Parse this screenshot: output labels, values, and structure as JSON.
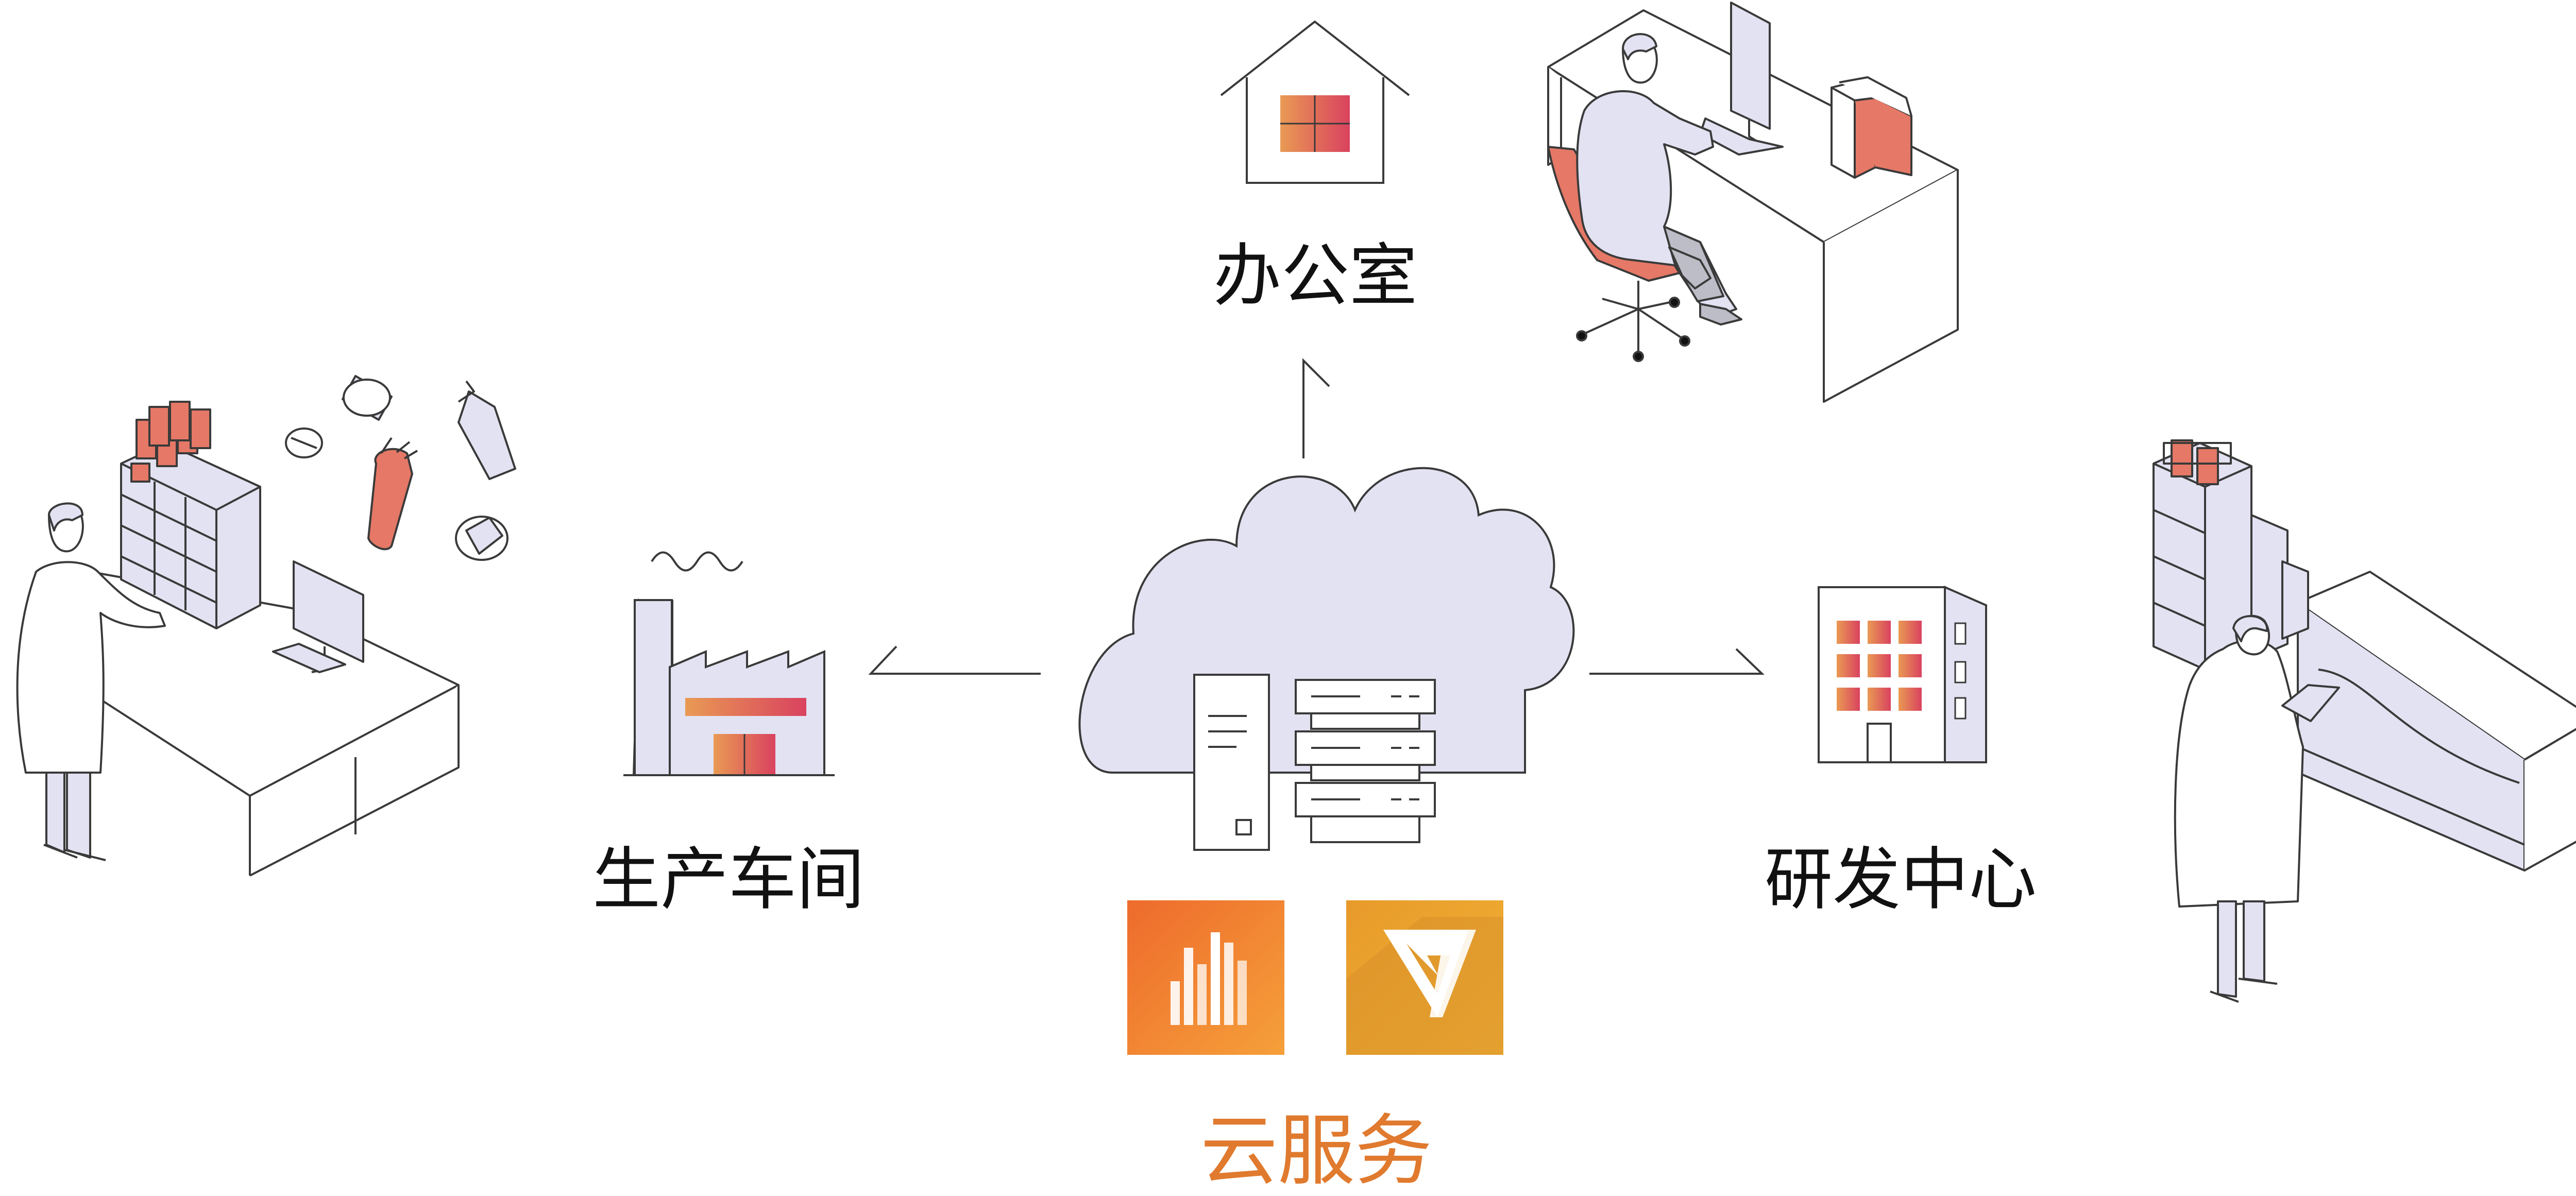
{
  "colors": {
    "accent_orange": "#E07A2E",
    "coral": "#E57866",
    "lavender": "#E2E2F2",
    "outline": "#3A3A3A",
    "icon_orange_start": "#EE6B2C",
    "icon_orange_end": "#F5A03A",
    "icon_gold_start": "#E89A2A",
    "icon_gold_end": "#F1B437"
  },
  "nodes": {
    "office": {
      "label": "办公室",
      "icon": "house-icon"
    },
    "factory": {
      "label": "生产车间",
      "icon": "factory-icon"
    },
    "rnd": {
      "label": "研发中心",
      "icon": "office-building-icon"
    },
    "cloud": {
      "label": "云服务",
      "icon": "cloud-server-icon"
    }
  },
  "apps": [
    {
      "icon": "analytics-bar-chart-app-icon"
    },
    {
      "icon": "v-logo-app-icon"
    }
  ],
  "illustrations": [
    {
      "icon": "worker-at-desk-illustration"
    },
    {
      "icon": "lab-technician-illustration"
    },
    {
      "icon": "scientist-with-instrument-illustration"
    }
  ]
}
